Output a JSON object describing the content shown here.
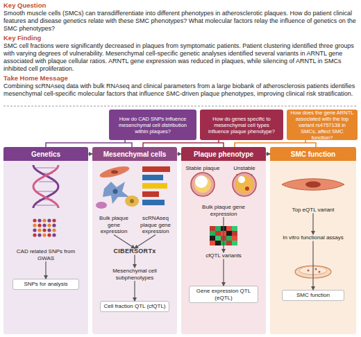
{
  "diagram": {
    "nodes": [
      {
        "text": [
          "How do CAD SNPs influence mesenchymal cell distribution within plaques?"
        ]
      },
      {
        "text": [
          "How do genes specific to mesenchymal cell types influence plaque phenotype?"
        ]
      },
      {
        "text": [
          "How does the gene ARNTL associated with the top variant rs4757138 in SMCs, affect SMC function?"
        ]
      },
      {
        "text": [
          "Genetics"
        ]
      },
      {
        "text": [
          "CAD related SNPs from GWAS"
        ],
        "in": 3
      },
      {
        "text": [
          "SNPs for analysis"
        ],
        "in": 3
      },
      {
        "text": [
          "Mesenchymal cells"
        ]
      },
      {
        "text": [
          "Bulk plaque gene expression"
        ],
        "in": 6
      },
      {
        "text": [
          "scRNAseq plaque gene expression"
        ],
        "in": 6
      },
      {
        "text": [
          "CIBERSORTx"
        ],
        "in": 6
      },
      {
        "text": [
          "Mesenchymal cell subphenotypes"
        ],
        "in": 6
      },
      {
        "text": [
          "Cell fraction QTL (cfQTL)"
        ],
        "in": 6
      },
      {
        "text": [
          "Plaque phenotype"
        ]
      },
      {
        "text": [
          "Stable plaque"
        ],
        "in": 12
      },
      {
        "text": [
          "Unstable plaque"
        ],
        "in": 12
      },
      {
        "text": [
          "Bulk plaque gene expression"
        ],
        "in": 12
      },
      {
        "text": [
          "cfQTL variants"
        ],
        "in": 12
      },
      {
        "text": [
          "Gene expression QTL (eQTL)"
        ],
        "in": 12
      },
      {
        "text": [
          "SMC function"
        ]
      },
      {
        "text": [
          "Top eQTL variant"
        ],
        "in": 18
      },
      {
        "text": [
          "In vitro functional assays"
        ],
        "in": 18
      },
      {
        "text": [
          "SMC function"
        ],
        "in": 18
      }
    ],
    "edges": [
      {
        "from": 3,
        "to": 6,
        "arrow": "to"
      },
      {
        "from": 6,
        "to": 12,
        "arrow": "to"
      },
      {
        "from": 12,
        "to": 18,
        "arrow": "to"
      },
      {
        "from": 4,
        "to": 5,
        "arrow": "to"
      },
      {
        "from": 7,
        "to": 9,
        "arrow": "to"
      },
      {
        "from": 8,
        "to": 9,
        "arrow": "to"
      },
      {
        "from": 9,
        "to": 10,
        "arrow": "to"
      },
      {
        "from": 10,
        "to": 11,
        "arrow": "to"
      },
      {
        "from": 15,
        "to": 16,
        "arrow": "to"
      },
      {
        "from": 16,
        "to": 17,
        "arrow": "to"
      },
      {
        "from": 19,
        "to": 20,
        "arrow": "to"
      },
      {
        "from": 20,
        "to": 21,
        "arrow": "to"
      }
    ],
    "labels": [
      "Key Question",
      "Smooth muscle cells (SMCs) can transdifferentiate into different phenotypes in atherosclerotic plaques. How do patient clinical features and disease genetics relate with these SMC phenotypes? What molecular factors relay the influence of genetics on the SMC phenotypes?",
      "Key Finding",
      "SMC cell fractions were significantly decreased in plaques from symptomatic patients. Patient clustering identified three groups with varying degrees of vulnerability. Mesenchymal cell-specific genetic analyses identified several variants in ARNTL gene associated with plaque cellular ratios. ARNTL gene expression was reduced in plaques, while silencing of ARNTL in SMCs inhibited cell proliferation.",
      "Take Home Message",
      "Combining scRNAseq data with bulk RNAseq and clinical parameters from a large biobank of atherosclerosis patients identifies mesenchymal cell-specific molecular factors that influence SMC-driven plaque phenotypes, improving clinical risk stratification."
    ]
  }
}
